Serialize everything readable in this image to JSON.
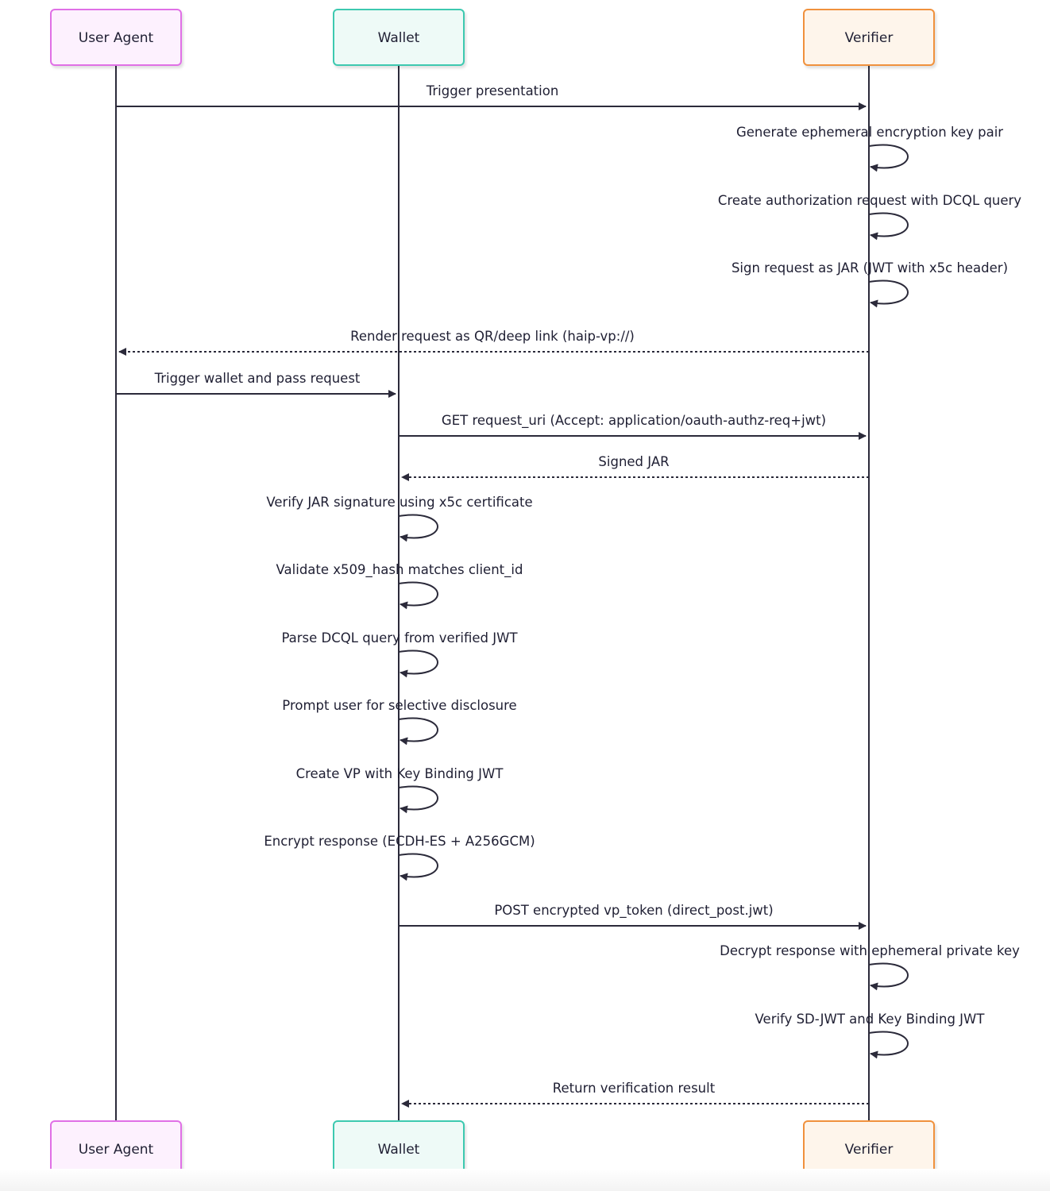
{
  "actors": [
    {
      "id": "user_agent",
      "name": "User Agent",
      "border": "#e070e6",
      "fill": "#fdf1fe"
    },
    {
      "id": "wallet",
      "name": "Wallet",
      "border": "#3cc9b0",
      "fill": "#eefaf7"
    },
    {
      "id": "verifier",
      "name": "Verifier",
      "border": "#f0913c",
      "fill": "#fef5eb"
    }
  ],
  "messages": [
    {
      "from": "user_agent",
      "to": "verifier",
      "kind": "sync",
      "label": "Trigger presentation"
    },
    {
      "from": "verifier",
      "to": "verifier",
      "kind": "self",
      "label": "Generate ephemeral encryption key pair"
    },
    {
      "from": "verifier",
      "to": "verifier",
      "kind": "self",
      "label": "Create authorization request with DCQL query"
    },
    {
      "from": "verifier",
      "to": "verifier",
      "kind": "self",
      "label": "Sign request as JAR (JWT with x5c header)"
    },
    {
      "from": "verifier",
      "to": "user_agent",
      "kind": "reply",
      "label": "Render request as QR/deep link (haip-vp://)"
    },
    {
      "from": "user_agent",
      "to": "wallet",
      "kind": "sync",
      "label": "Trigger wallet and pass request"
    },
    {
      "from": "wallet",
      "to": "verifier",
      "kind": "sync",
      "label": "GET request_uri (Accept: application/oauth-authz-req+jwt)"
    },
    {
      "from": "verifier",
      "to": "wallet",
      "kind": "reply",
      "label": "Signed JAR"
    },
    {
      "from": "wallet",
      "to": "wallet",
      "kind": "self",
      "label": "Verify JAR signature using x5c certificate"
    },
    {
      "from": "wallet",
      "to": "wallet",
      "kind": "self",
      "label": "Validate x509_hash matches client_id"
    },
    {
      "from": "wallet",
      "to": "wallet",
      "kind": "self",
      "label": "Parse DCQL query from verified JWT"
    },
    {
      "from": "wallet",
      "to": "wallet",
      "kind": "self",
      "label": "Prompt user for selective disclosure"
    },
    {
      "from": "wallet",
      "to": "wallet",
      "kind": "self",
      "label": "Create VP with Key Binding JWT"
    },
    {
      "from": "wallet",
      "to": "wallet",
      "kind": "self",
      "label": "Encrypt response (ECDH-ES + A256GCM)"
    },
    {
      "from": "wallet",
      "to": "verifier",
      "kind": "sync",
      "label": "POST encrypted vp_token (direct_post.jwt)"
    },
    {
      "from": "verifier",
      "to": "verifier",
      "kind": "self",
      "label": "Decrypt response with ephemeral private key"
    },
    {
      "from": "verifier",
      "to": "verifier",
      "kind": "self",
      "label": "Verify SD-JWT and Key Binding JWT"
    },
    {
      "from": "verifier",
      "to": "wallet",
      "kind": "reply",
      "label": "Return verification result"
    }
  ],
  "colors": {
    "line": "#2b2a3a",
    "text": "#1f1f33"
  }
}
